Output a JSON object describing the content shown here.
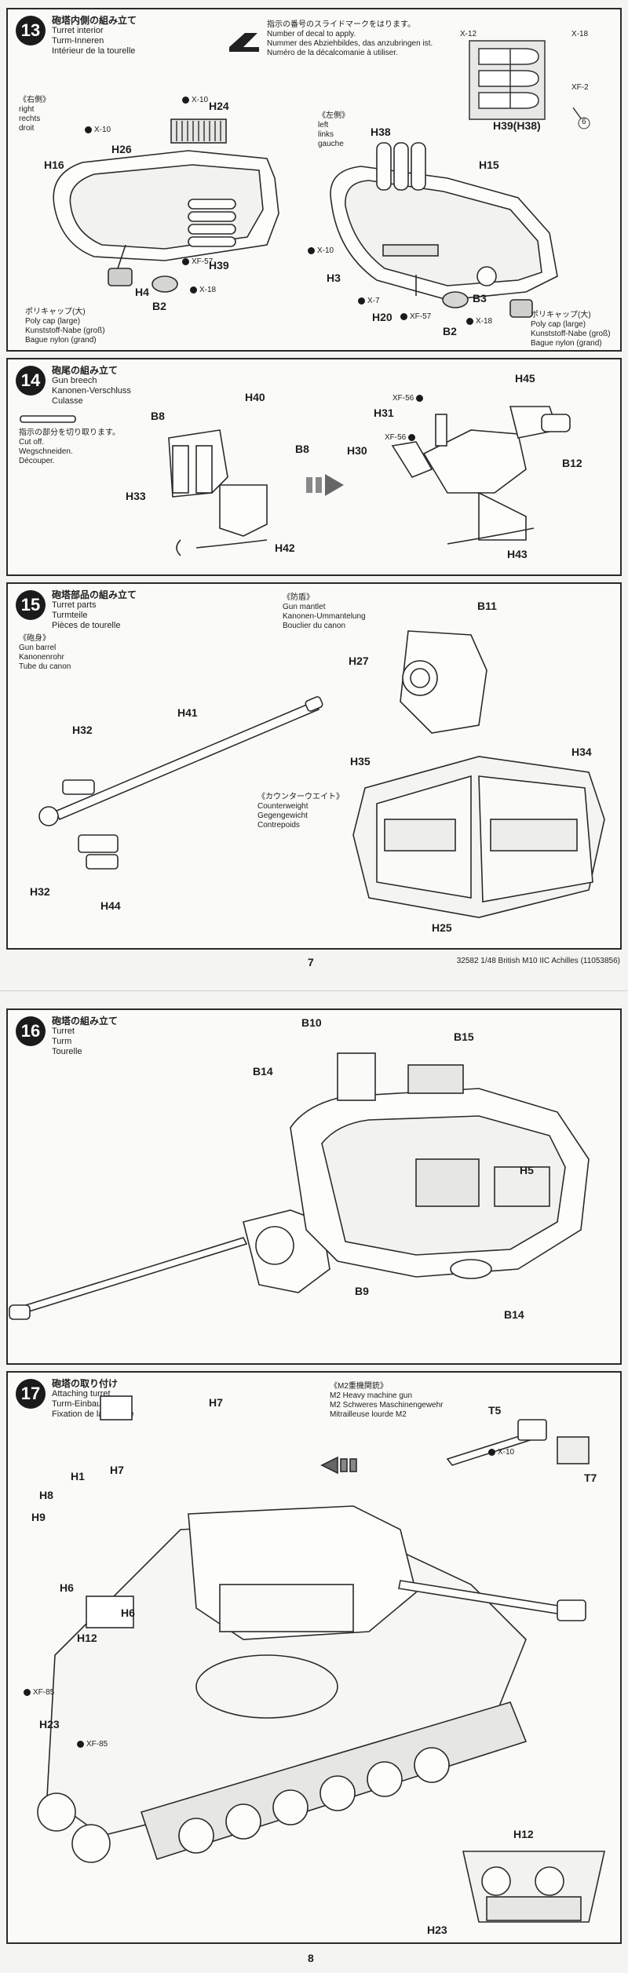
{
  "page1": {
    "page_number": "7",
    "footer": "32582  1/48 British M10 IIC Achilles (11053856)",
    "step13": {
      "number": "13",
      "title_jp": "砲塔内側の組み立て",
      "title_en": "Turret interior",
      "title_de": "Turm-Inneren",
      "title_fr": "Intérieur de la tourelle",
      "decal_note_jp": "指示の番号のスライドマークをはります。",
      "decal_note_en": "Number of decal to apply.",
      "decal_note_de": "Nummer des Abziehbildes, das anzubringen ist.",
      "decal_note_fr": "Numéro de la décalcomanie à utiliser.",
      "right_jp": "《右側》",
      "right_en": "right",
      "right_de": "rechts",
      "right_fr": "droit",
      "left_jp": "《左側》",
      "left_en": "left",
      "left_de": "links",
      "left_fr": "gauche",
      "polycap_jp": "ポリキャップ(大)",
      "polycap_en": "Poly cap (large)",
      "polycap_de": "Kunststoff-Nabe (groß)",
      "polycap_fr": "Bague nylon (grand)",
      "parts": [
        "H24",
        "H26",
        "H16",
        "H4",
        "B2",
        "H39",
        "H38",
        "H15",
        "H3",
        "H20",
        "B3",
        "B2",
        "H39(H38)"
      ],
      "paints": [
        "X-10",
        "X-10",
        "XF-57",
        "X-18",
        "X-10",
        "X-7",
        "XF-57",
        "X-18",
        "X-12",
        "X-18",
        "XF-2"
      ],
      "decal": "6"
    },
    "step14": {
      "number": "14",
      "title_jp": "砲尾の組み立て",
      "title_en": "Gun breech",
      "title_de": "Kanonen-Verschluss",
      "title_fr": "Culasse",
      "cut_jp": "指示の部分を切り取ります。",
      "cut_en": "Cut off.",
      "cut_de": "Wegschneiden.",
      "cut_fr": "Découper.",
      "parts": [
        "B8",
        "H40",
        "B8",
        "H33",
        "H42",
        "H45",
        "H31",
        "H30",
        "B12",
        "H43"
      ],
      "paints": [
        "XF-56",
        "XF-56"
      ]
    },
    "step15": {
      "number": "15",
      "title_jp": "砲塔部品の組み立て",
      "title_en": "Turret parts",
      "title_de": "Turmteile",
      "title_fr": "Pièces de tourelle",
      "barrel_jp": "《砲身》",
      "barrel_en": "Gun barrel",
      "barrel_de": "Kanonenrohr",
      "barrel_fr": "Tube du canon",
      "mantlet_jp": "《防盾》",
      "mantlet_en": "Gun mantlet",
      "mantlet_de": "Kanonen-Ummantelung",
      "mantlet_fr": "Bouclier du canon",
      "cw_jp": "《カウンターウエイト》",
      "cw_en": "Counterweight",
      "cw_de": "Gegengewicht",
      "cw_fr": "Contrepoids",
      "parts": [
        "H41",
        "H32",
        "H32",
        "H44",
        "B11",
        "H27",
        "H35",
        "H34",
        "H25"
      ]
    }
  },
  "page2": {
    "page_number": "8",
    "step16": {
      "number": "16",
      "title_jp": "砲塔の組み立て",
      "title_en": "Turret",
      "title_de": "Turm",
      "title_fr": "Tourelle",
      "parts": [
        "B10",
        "B15",
        "B14",
        "H5",
        "B9",
        "B14"
      ]
    },
    "step17": {
      "number": "17",
      "title_jp": "砲塔の取り付け",
      "title_en": "Attaching turret",
      "title_de": "Turm-Einbau",
      "title_fr": "Fixation de la tourelle",
      "mg_jp": "《M2重機関銃》",
      "mg_en": "M2 Heavy machine gun",
      "mg_de": "M2 Schweres Maschinengewehr",
      "mg_fr": "Mitrailleuse lourde M2",
      "parts": [
        "H7",
        "H1",
        "H7",
        "H8",
        "H9",
        "H6",
        "H6",
        "T5",
        "T7",
        "H12",
        "H23",
        "H12",
        "H23"
      ],
      "paints": [
        "X-10",
        "XF-85",
        "XF-85"
      ]
    }
  }
}
